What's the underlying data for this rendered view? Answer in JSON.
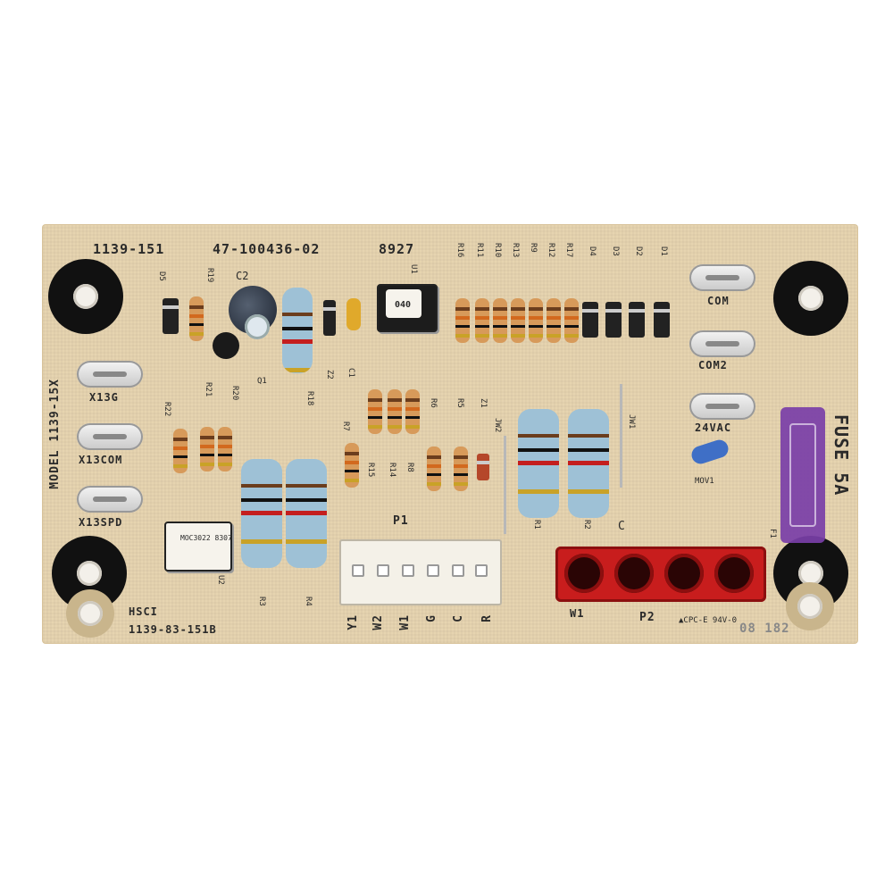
{
  "board": {
    "part_number": "1139-151",
    "assembly_number": "47-100436-02",
    "date_code": "8927",
    "model": "MODEL 1139-15X",
    "maker": "HSCI",
    "board_code": "1139-83-151B",
    "ul_mark": "▲CPC-E 94V-0",
    "stamp": "08 182"
  },
  "terminals_left": [
    "X13G",
    "X13COM",
    "X13SPD"
  ],
  "terminals_right": [
    "COM",
    "COM2",
    "24VAC"
  ],
  "refs_top_resistors": [
    "R16",
    "R11",
    "R10",
    "R13",
    "R9",
    "R12",
    "R17"
  ],
  "refs_top_diodes": [
    "D4",
    "D3",
    "D2",
    "D1"
  ],
  "refs_misc": {
    "d5": "D5",
    "r19": "R19",
    "c2": "C2",
    "q1": "Q1",
    "r18": "R18",
    "z2": "Z2",
    "c1": "C1",
    "u1": "U1",
    "r22": "R22",
    "r21": "R21",
    "r20": "R20",
    "r7": "R7",
    "r15": "R15",
    "r14": "R14",
    "r8": "R8",
    "r6": "R6",
    "r5": "R5",
    "z1": "Z1",
    "jw2": "JW2",
    "jw1": "JW1",
    "r1": "R1",
    "r2": "R2",
    "c": "C",
    "r3": "R3",
    "r4": "R4",
    "u2": "U2",
    "mov1": "MOV1",
    "f1": "F1",
    "p1": "P1",
    "p2": "P2",
    "w1_p2": "W1"
  },
  "p1_pins": [
    "Y1",
    "W2",
    "W1",
    "G",
    "C",
    "R"
  ],
  "fuse_label": "FUSE 5A",
  "u1_marking": "040",
  "u2_marking": "MOC3022 8307"
}
